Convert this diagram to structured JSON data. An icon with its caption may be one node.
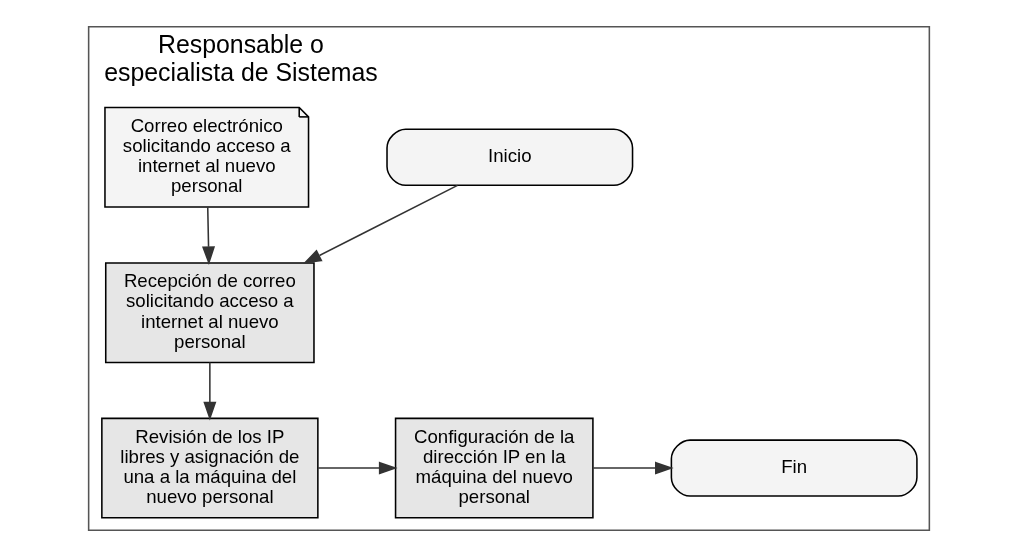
{
  "diagram": {
    "nodes": [
      {
        "text": [
          "Responsable o especialista de Sistemas"
        ]
      },
      {
        "text": [
          "Inicio"
        ],
        "in": 0
      },
      {
        "text": [
          "Correo electrónico solicitando acceso a internet al nuevo personal"
        ],
        "in": 0
      },
      {
        "text": [
          "Recepción de correo solicitando acceso a internet al nuevo personal"
        ],
        "in": 0
      },
      {
        "text": [
          "Revisión de los IP libres y asignación de una a la máquina del nuevo personal"
        ],
        "in": 0
      },
      {
        "text": [
          "Configuración de la dirección IP en la máquina del nuevo personal"
        ],
        "in": 0
      },
      {
        "text": [
          "Fin"
        ],
        "in": 0
      }
    ],
    "edges": [
      {
        "from": 1,
        "to": 3,
        "arrow": "to"
      },
      {
        "from": 2,
        "to": 3,
        "arrow": "to"
      },
      {
        "from": 3,
        "to": 4,
        "arrow": "to"
      },
      {
        "from": 4,
        "to": 5,
        "arrow": "to"
      },
      {
        "from": 5,
        "to": 6,
        "arrow": "to"
      }
    ]
  }
}
